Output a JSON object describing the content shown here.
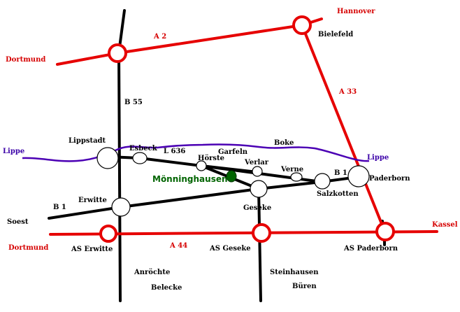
{
  "colors": {
    "motorway": "#e60000",
    "federal_road": "#000000",
    "river": "#4b00b4",
    "highlight": "#006400"
  },
  "labels": {
    "hannover": "Hannover",
    "bielefeld": "Bielefeld",
    "a2": "A 2",
    "dortmund_top": "Dortmund",
    "a33": "A 33",
    "b55": "B 55",
    "lippe_left": "Lippe",
    "lippe_right": "Lippe",
    "boke": "Boke",
    "lippstadt": "Lippstadt",
    "esbeck": "Esbeck",
    "l636": "L 636",
    "garfeln": "Garfeln",
    "hoerste": "Hörste",
    "verlar": "Verlar",
    "verne": "Verne",
    "b1_right": "B 1",
    "paderborn": "Paderborn",
    "moenninghausen": "Mönninghausen",
    "salzkotten": "Salzkotten",
    "erwitte": "Erwitte",
    "geseke": "Geseke",
    "b1_left": "B 1",
    "soest": "Soest",
    "kassel": "Kassel",
    "dortmund_bottom": "Dortmund",
    "as_erwitte": "AS Erwitte",
    "a44": "A 44",
    "as_geseke": "AS Geseke",
    "as_paderborn": "AS Paderborn",
    "anroechte": "Anröchte",
    "steinhausen": "Steinhausen",
    "belecke": "Belecke",
    "bueren": "Büren"
  }
}
